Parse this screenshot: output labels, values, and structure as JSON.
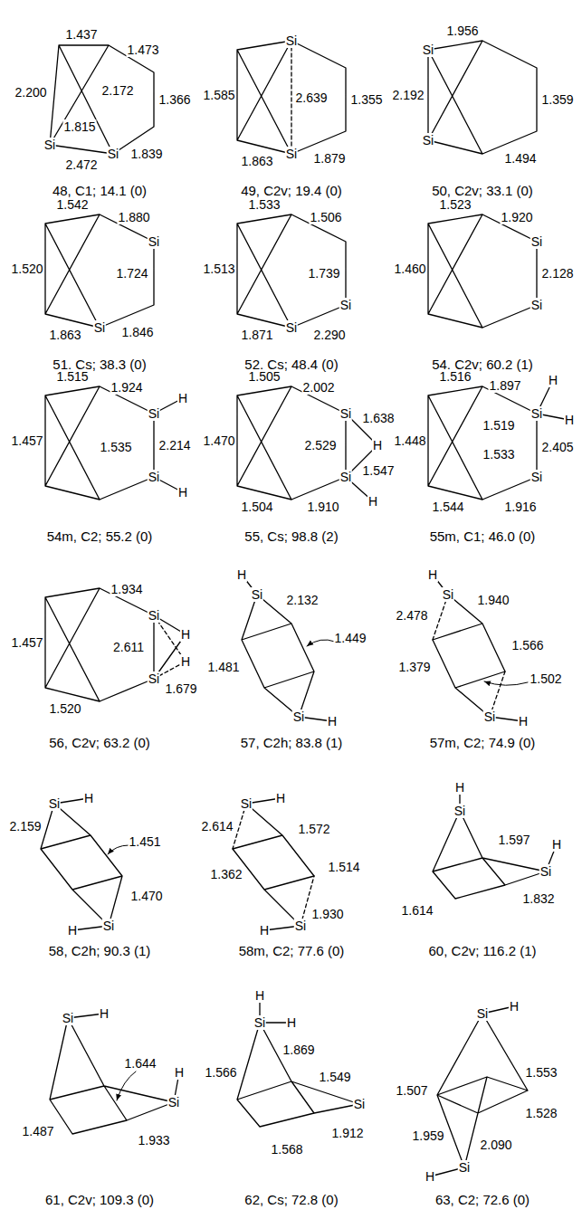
{
  "diagram": {
    "labels": [
      "1.437",
      "1.473",
      "2.172",
      "2.200",
      "1.815",
      "1.366",
      "Si",
      "1.839",
      "2.472",
      "Si",
      "48, C1; 14.1 (0)",
      "Si",
      "1.585",
      "2.639",
      "1.355",
      "1.863",
      "Si",
      "1.879",
      "49, C2v; 19.4 (0)",
      "1.956",
      "Si",
      "2.192",
      "1.359",
      "Si",
      "1.494",
      "50, C2v; 33.1 (0)",
      "1.542",
      "1.880",
      "Si",
      "1.520",
      "1.724",
      "1.863",
      "Si",
      "1.846",
      "51, Cs; 38.3 (0)",
      "1.533",
      "1.506",
      "1.513",
      "1.739",
      "1.871",
      "Si",
      "Si",
      "2.290",
      "52, Cs; 48.4 (0)",
      "1.523",
      "1.920",
      "Si",
      "1.460",
      "2.128",
      "Si",
      "54, C2v; 60.2 (1)",
      "1.515",
      "1.924",
      "Si",
      "H",
      "1.457",
      "1.535",
      "2.214",
      "Si",
      "H",
      "54m, C2; 55.2 (0)",
      "1.505",
      "2.002",
      "Si",
      "1.638",
      "1.470",
      "2.529",
      "H",
      "Si",
      "1.547",
      "1.504",
      "H",
      "1.910",
      "55, Cs; 98.8 (2)",
      "1.516",
      "1.897",
      "H",
      "H",
      "Si",
      "1.519",
      "1.533",
      "2.405",
      "1.448",
      "1.544",
      "Si",
      "1.916",
      "55m, C1; 46.0 (0)",
      "1.934",
      "Si",
      "1.457",
      "2.611",
      "H",
      "H",
      "1.679",
      "1.520",
      "Si",
      "56, C2v; 63.2 (0)",
      "H",
      "Si",
      "2.132",
      "1.449",
      "1.481",
      "Si",
      "H",
      "57, C2h; 83.8 (1)",
      "H",
      "Si",
      "2.478",
      "1.940",
      "1.566",
      "1.379",
      "1.502",
      "Si",
      "H",
      "57m, C2; 74.9 (0)",
      "Si",
      "H",
      "2.159",
      "1.451",
      "1.470",
      "H",
      "Si",
      "58, C2h; 90.3 (1)",
      "Si",
      "H",
      "2.614",
      "1.572",
      "1.362",
      "1.514",
      "1.930",
      "H",
      "Si",
      "58m, C2; 77.6 (0)",
      "H",
      "Si",
      "1.597",
      "H",
      "Si",
      "1.614",
      "1.832",
      "60, C2v; 116.2 (1)",
      "Si",
      "H",
      "1.644",
      "H",
      "Si",
      "1.487",
      "1.933",
      "61, C2v; 109.3 (0)",
      "H",
      "H",
      "Si",
      "1.869",
      "1.566",
      "1.549",
      "1.568",
      "Si",
      "1.912",
      "62, Cs; 72.8 (0)",
      "Si",
      "H",
      "1.553",
      "1.507",
      "1.528",
      "1.959",
      "2.090",
      "H",
      "Si",
      "63, C2; 72.6 (0)"
    ]
  }
}
